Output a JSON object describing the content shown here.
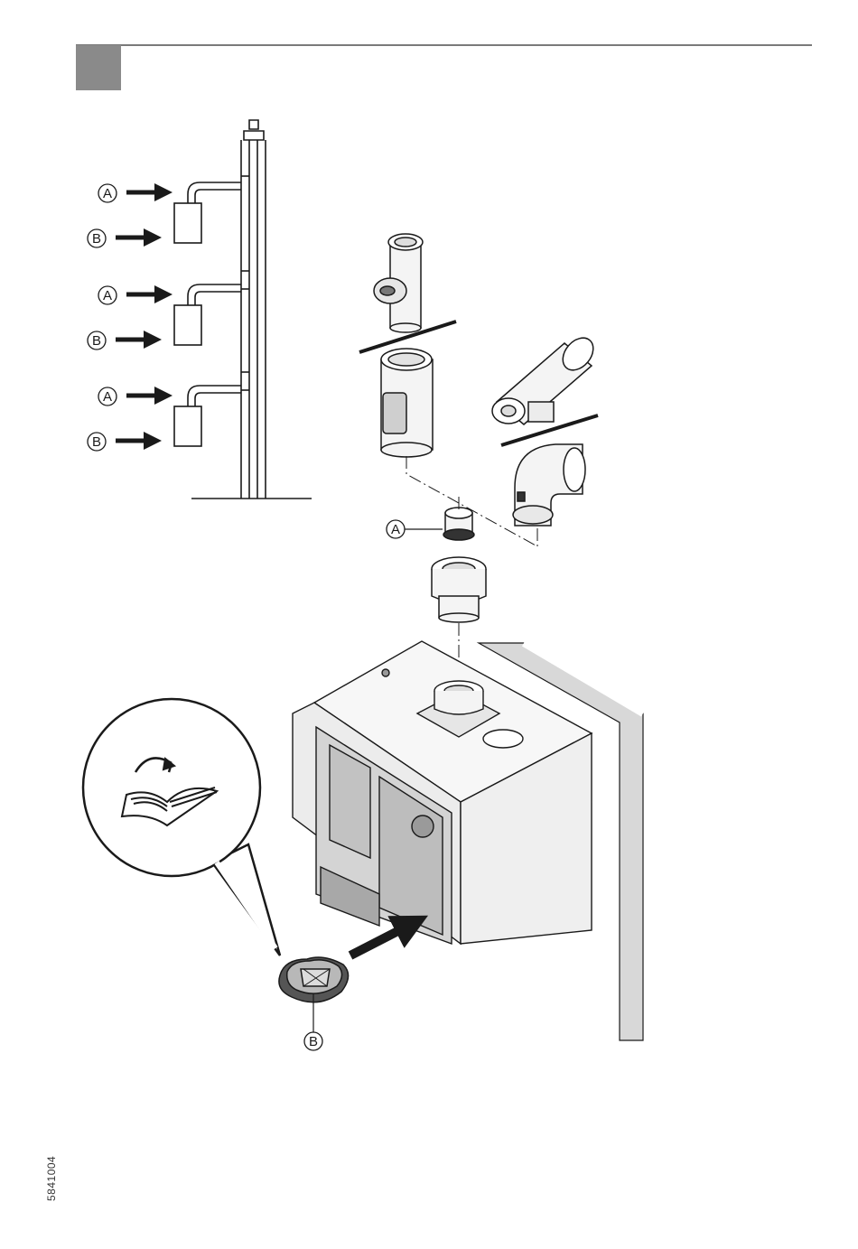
{
  "page": {
    "document_number": "5841004"
  },
  "callouts": {
    "a": "A",
    "b": "B"
  },
  "colors": {
    "step_marker": "#8a8a8a",
    "line": "#1a1a1a",
    "part_fill": "#ececec",
    "part_shade": "#c8c8c8",
    "wall": "#d8d8d8"
  },
  "icons": {
    "book": "manual-book-icon",
    "arrow": "pointer-arrow-icon"
  }
}
